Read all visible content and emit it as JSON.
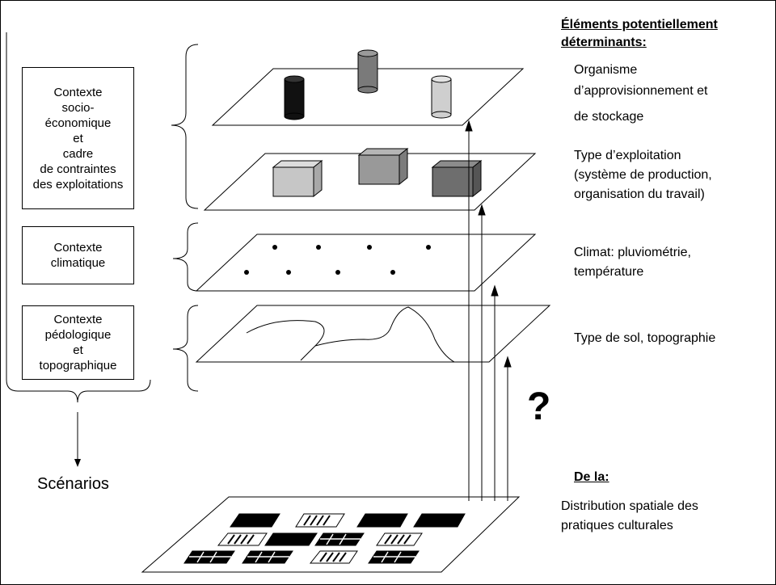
{
  "context_boxes": {
    "socio": [
      "Contexte",
      "socio-",
      "économique",
      "et",
      "cadre",
      "de contraintes",
      "des exploitations"
    ],
    "climat": [
      "Contexte",
      "climatique"
    ],
    "pedo": [
      "Contexte",
      "pédologique",
      "et",
      "topographique"
    ]
  },
  "scenarios_label": "Scénarios",
  "question_mark": "?",
  "right_panel": {
    "heading_line1": "Éléments potentiellement",
    "heading_line2": "déterminants:",
    "org_line1": "Organisme",
    "org_line2": "d’approvisionnement et",
    "org_line3": "de stockage",
    "exp_line1": "Type d’exploitation",
    "exp_line2": "(système de production,",
    "exp_line3": "organisation du travail)",
    "climat_line1": "Climat: pluviométrie,",
    "climat_line2": "température",
    "sol": "Type de sol, topographie",
    "dela_heading": "De la:",
    "distrib_line1": "Distribution spatiale des",
    "distrib_line2": "pratiques culturales"
  },
  "colors": {
    "stroke": "#000000",
    "cyl_dark": "#111111",
    "cyl_mid": "#7a7a7a",
    "cyl_light": "#cfcfcf",
    "box_light": "#c6c6c6",
    "box_mid": "#999999",
    "box_dark": "#6e6e6e"
  }
}
